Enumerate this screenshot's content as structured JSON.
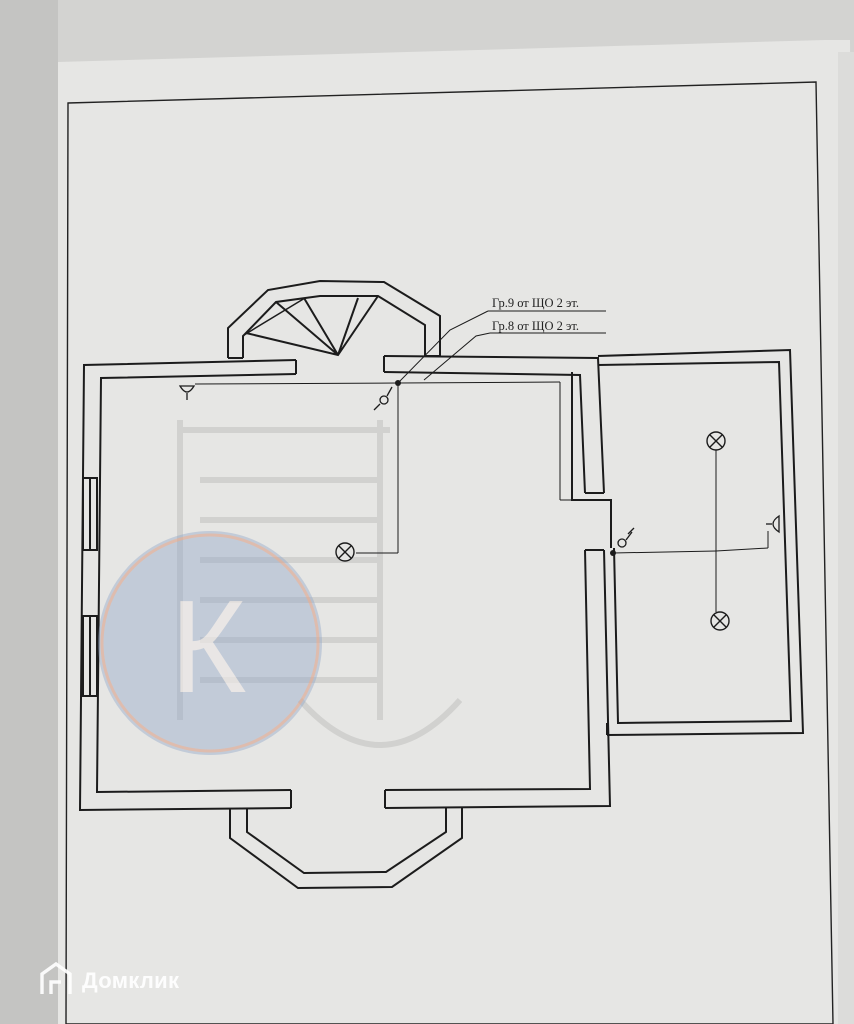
{
  "drawing": {
    "feed_labels": [
      {
        "text": "Гр.9  от ЩО 2 эт."
      },
      {
        "text": "Гр.8  от ЩО 2 эт."
      }
    ]
  },
  "watermark": {
    "brand": "Домклик",
    "badge_letter": "К",
    "colors": {
      "badge": "#8fa6c9",
      "badge_ring": "#e3a98d"
    }
  },
  "colors": {
    "paper": "#e6e6e4",
    "line": "#1c1c1c",
    "background": "#c9c9c7"
  }
}
